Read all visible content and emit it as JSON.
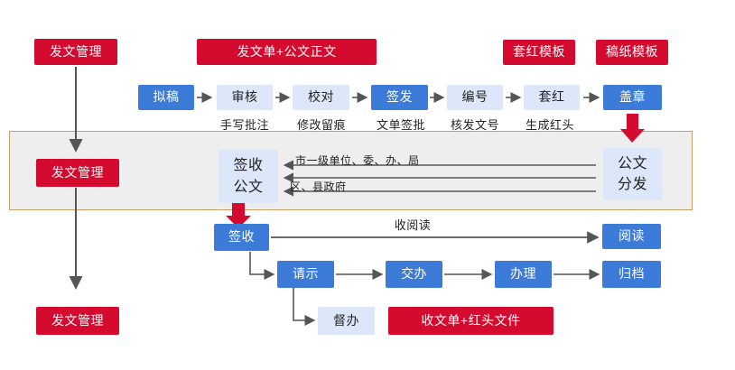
{
  "colors": {
    "red": "#d40a2f",
    "blue": "#3d7bd8",
    "lightblue": "#dce8fa",
    "band_bg": "#eeeeee",
    "band_border": "#c99e63",
    "line": "#555555",
    "text": "#222222"
  },
  "top": {
    "manage_box": "发文管理",
    "doc_box": "发文单+公文正文",
    "template_red": "套红模板",
    "template_paper": "稿纸模板"
  },
  "process": {
    "steps": [
      {
        "label": "拟稿",
        "variant": "solid"
      },
      {
        "label": "审核",
        "variant": "light",
        "note": "手写批注"
      },
      {
        "label": "校对",
        "variant": "light",
        "note": "修改留痕"
      },
      {
        "label": "签发",
        "variant": "solid",
        "note": "文单签批"
      },
      {
        "label": "编号",
        "variant": "light",
        "note": "核发文号"
      },
      {
        "label": "套红",
        "variant": "light",
        "note": "生成红头"
      },
      {
        "label": "盖章",
        "variant": "solid"
      }
    ]
  },
  "band": {
    "manage_box": "发文管理",
    "sign_receive": "签收\n公文",
    "distribute": "公文\n分发",
    "recipients": [
      "市一级单位、委、办、局",
      "区、县政府"
    ]
  },
  "receive": {
    "sign": "签收",
    "read": "阅读",
    "read_arrow_label": "收阅读",
    "request": "请示",
    "assign": "交办",
    "handle": "办理",
    "archive": "归档",
    "supervise": "督办",
    "incoming_box": "收文单+红头文件"
  },
  "bottom": {
    "manage_box": "发文管理"
  }
}
